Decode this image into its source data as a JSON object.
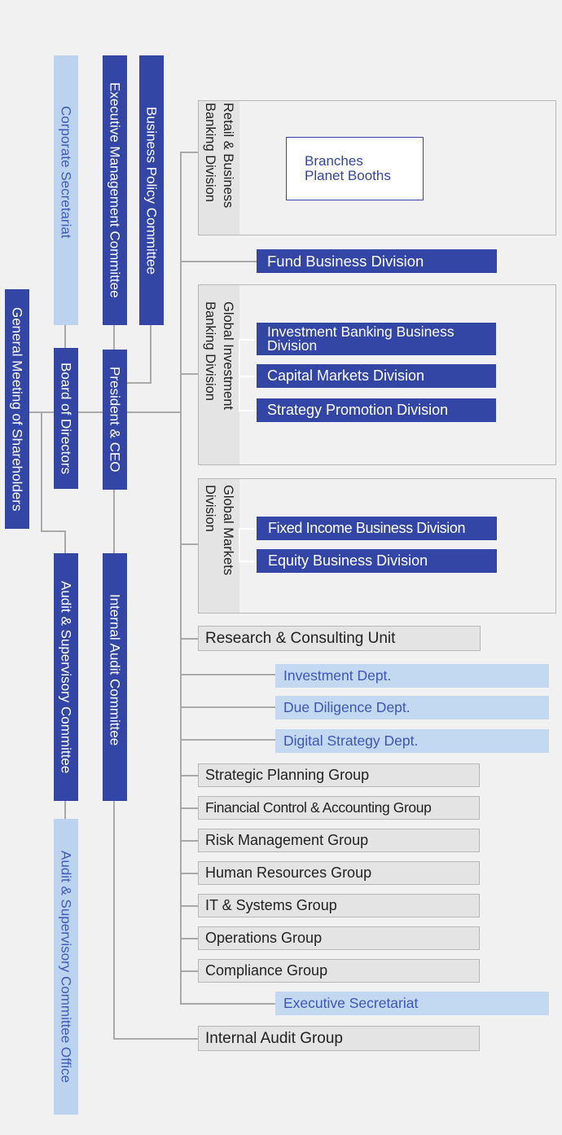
{
  "governance": {
    "general_meeting": "General Meeting of Shareholders",
    "corporate_secretariat": "Corporate Secretariat",
    "board": "Board of Directors",
    "audit_committee": "Audit & Supervisory Committee",
    "audit_committee_office": "Audit & Supervisory Committee Office",
    "executive_committee": "Executive Management Committee",
    "business_policy_committee": "Business Policy Committee",
    "president": "President & CEO",
    "internal_audit_committee": "Internal Audit Committee"
  },
  "divisions": {
    "retail": {
      "label": "Retail & Business Banking Division",
      "branches_line1": "Branches",
      "branches_line2": "Planet Booths"
    },
    "fund": "Fund Business Division",
    "global_ib": {
      "label": "Global Investment Banking Division",
      "items": [
        "Investment Banking Business Division",
        "Capital Markets Division",
        "Strategy Promotion Division"
      ]
    },
    "global_markets": {
      "label": "Global Markets Division",
      "items": [
        "Fixed Income Business Division",
        "Equity Business Division"
      ]
    }
  },
  "units": {
    "research": "Research & Consulting Unit",
    "investment_dept": "Investment Dept.",
    "due_diligence": "Due Diligence Dept.",
    "digital_strategy": "Digital Strategy Dept.",
    "strategic_planning": "Strategic Planning Group",
    "financial_control": "Financial Control & Accounting Group",
    "risk_management": "Risk Management Group",
    "human_resources": "Human Resources Group",
    "it_systems": "IT & Systems Group",
    "operations": "Operations Group",
    "compliance": "Compliance Group",
    "executive_secretariat": "Executive Secretariat",
    "internal_audit_group": "Internal Audit Group"
  },
  "colors": {
    "navy": "#3346a6",
    "light_blue": "#bcd3ef",
    "gray_box": "#e4e4e4",
    "background": "#f1f1f1",
    "connector": "#a9a9a9"
  }
}
